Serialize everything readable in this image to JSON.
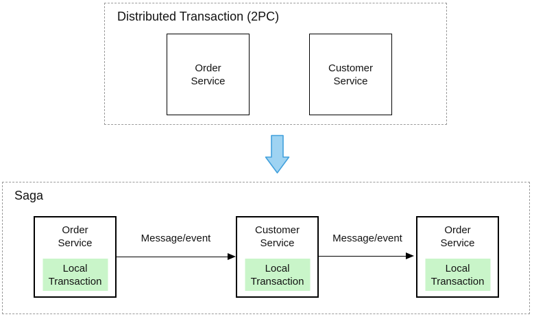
{
  "diagram": {
    "top": {
      "title": "Distributed Transaction (2PC)",
      "services": [
        {
          "label": "Order\nService"
        },
        {
          "label": "Customer\nService"
        }
      ]
    },
    "transform_arrow_icon": "down-arrow",
    "saga": {
      "title": "Saga",
      "services": [
        {
          "label": "Order\nService",
          "local": "Local\nTransaction"
        },
        {
          "label": "Customer\nService",
          "local": "Local\nTransaction"
        },
        {
          "label": "Order\nService",
          "local": "Local\nTransaction"
        }
      ],
      "messages": [
        {
          "label": "Message/event"
        },
        {
          "label": "Message/event"
        }
      ]
    },
    "colors": {
      "dashed_border": "#999999",
      "box_border": "#000000",
      "green_fill": "#c9f5c9",
      "arrow_fill": "#9ed3f2",
      "arrow_stroke": "#41a0dc"
    }
  }
}
